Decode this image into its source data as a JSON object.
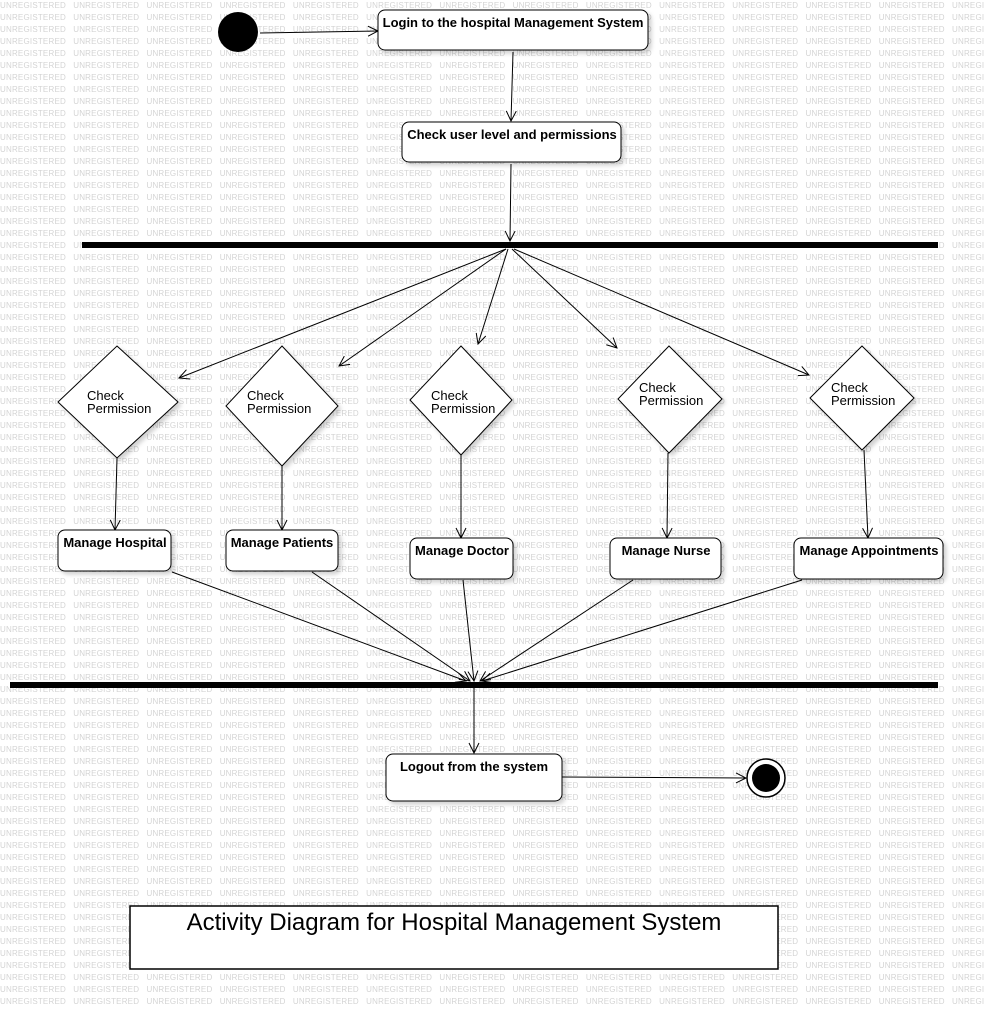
{
  "watermark": "UNREGISTERED",
  "nodes": {
    "login": "Login to the hospital Management System",
    "check_user": "Check user level and permissions",
    "decision_hospital": "Check Permission",
    "decision_patients": "Check Permission",
    "decision_doctor": "Check Permission",
    "decision_nurse": "Check Permission",
    "decision_appointments": "Check Permission",
    "manage_hospital": "Manage Hospital",
    "manage_patients": "Manage Patients",
    "manage_doctor": "Manage Doctor",
    "manage_nurse": "Manage Nurse",
    "manage_appointments": "Manage Appointments",
    "logout": "Logout from the system"
  },
  "title": "Activity Diagram for Hospital Management System"
}
